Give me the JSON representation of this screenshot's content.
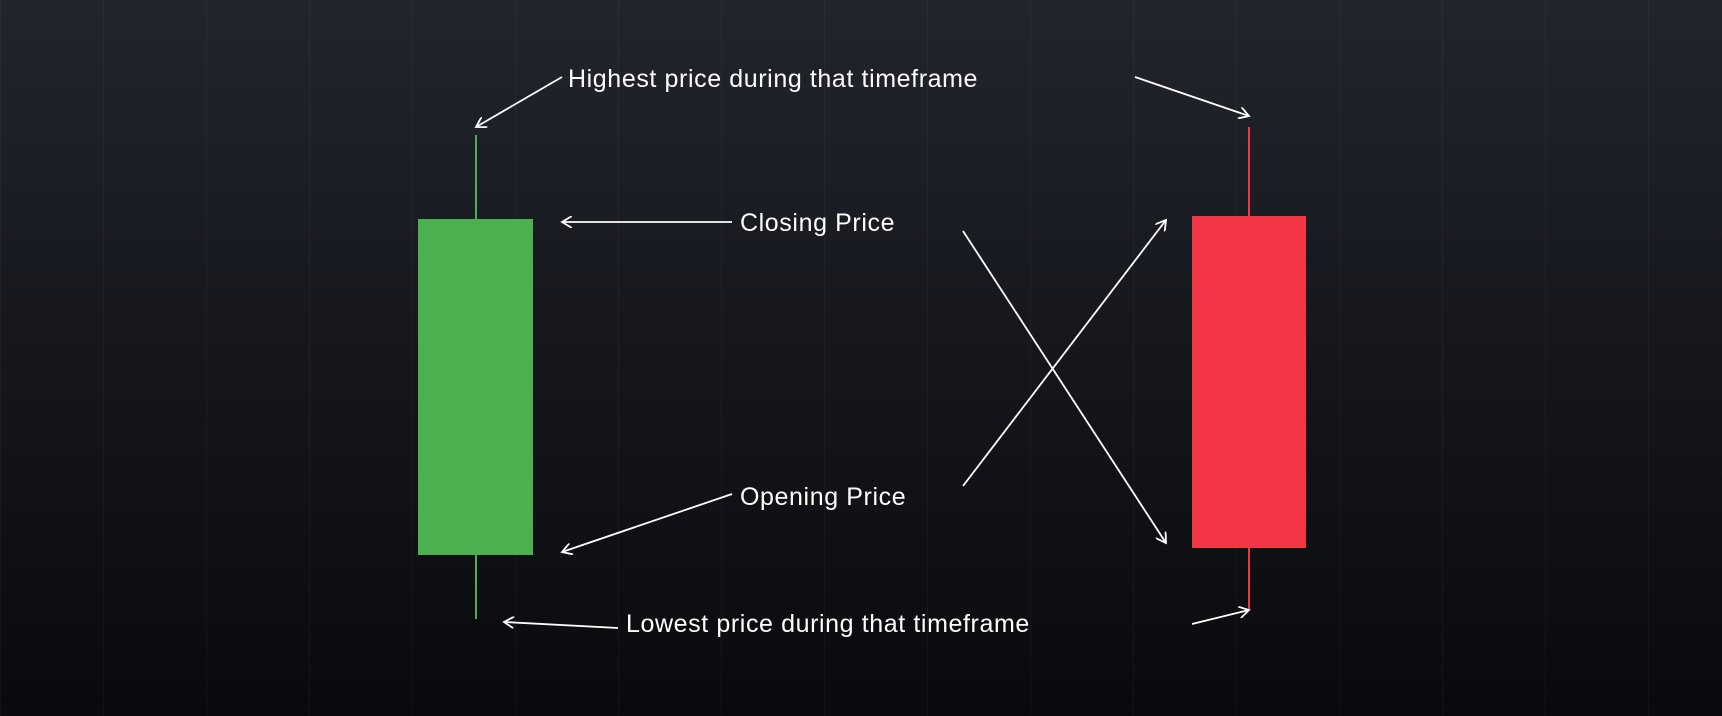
{
  "colors": {
    "bullish": "#4caf50",
    "bearish": "#f23645",
    "annotation": "#ffffff"
  },
  "labels": {
    "high": "Highest price during that timeframe",
    "close": "Closing Price",
    "open": "Opening Price",
    "low": "Lowest price during that timeframe"
  },
  "candles": [
    {
      "name": "bullish-candle",
      "color_key": "bullish"
    },
    {
      "name": "bearish-candle",
      "color_key": "bearish"
    }
  ]
}
